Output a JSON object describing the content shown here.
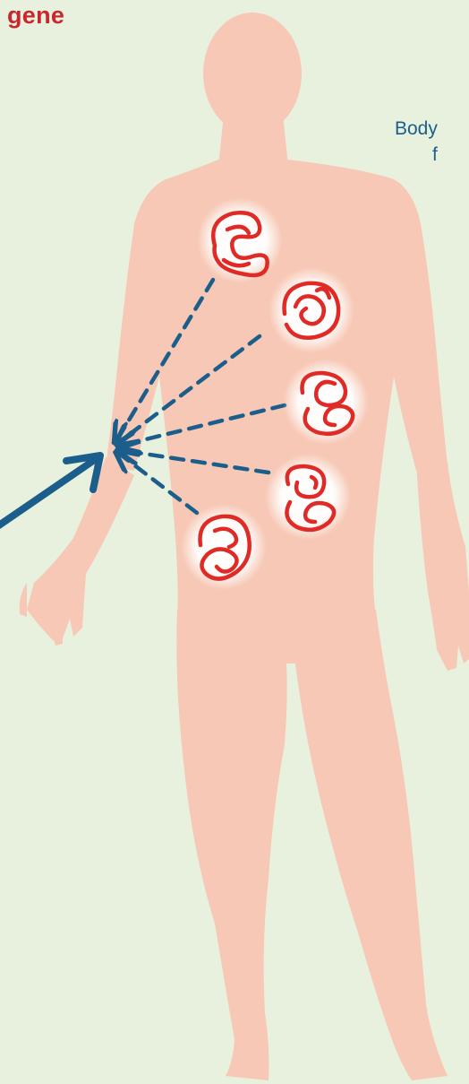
{
  "labels": {
    "gene": "gene",
    "body_line1": "Body",
    "body_line2": "f"
  },
  "colors": {
    "background": "#e8f1dd",
    "body_silhouette": "#f7c8b5",
    "protein_stroke": "#e02a26",
    "arrow_blue": "#1b5e8c",
    "gene_text": "#c8282d"
  },
  "icons": {
    "figure": "human-body-silhouette",
    "protein": "folded-protein-icon",
    "arrow": "solid-arrow",
    "dashed": "dashed-arrow"
  },
  "proteins": [
    "protein-1",
    "protein-2",
    "protein-3",
    "protein-4",
    "protein-5"
  ]
}
